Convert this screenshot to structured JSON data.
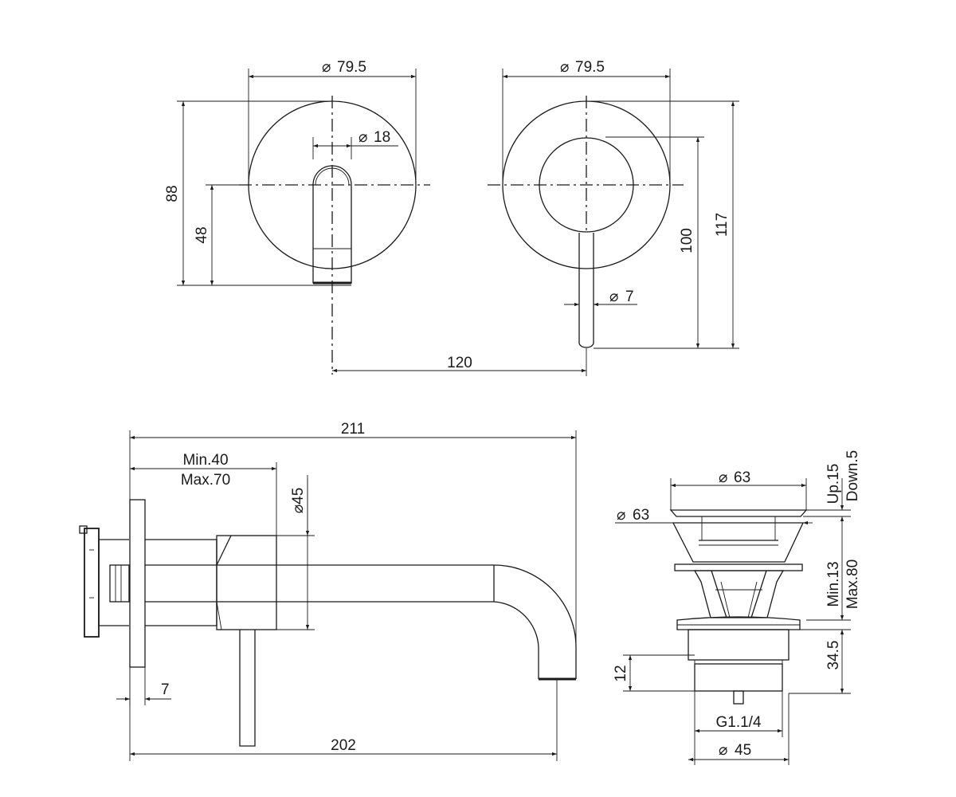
{
  "colors": {
    "line": "#1a1a1a",
    "background": "#ffffff"
  },
  "front_view": {
    "plate_dia": "79.5",
    "spout_dia": "18",
    "height": "88",
    "centre_height": "48"
  },
  "rear_view": {
    "plate_dia": "79.5",
    "lever_dia": "7",
    "height_100": "100",
    "height_117": "117",
    "centre_distance": "120"
  },
  "side_view": {
    "overall_length": "211",
    "wall_min": "Min.40",
    "wall_max": "Max.70",
    "body_dia": "45",
    "plate_thickness": "7",
    "spout_reach": "202"
  },
  "waste_view": {
    "cap_dia": "63",
    "flange_dia": "63",
    "stroke_up": "Up.15",
    "stroke_down": "Down.5",
    "adjust_min": "Min.13",
    "adjust_max": "Max.80",
    "thread_height": "12",
    "body_height": "34.5",
    "thread": "G1.1/4",
    "bottom_dia": "45"
  }
}
